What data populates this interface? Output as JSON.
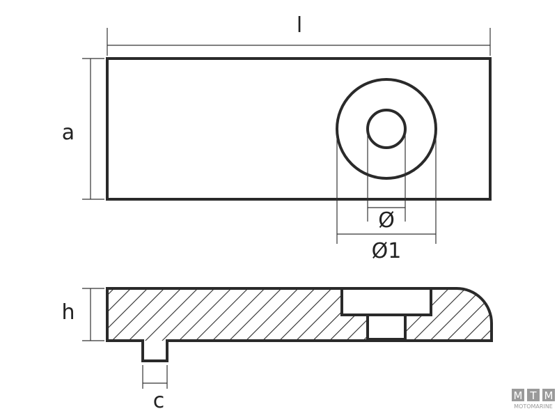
{
  "labels": {
    "length": "l",
    "width": "a",
    "hole_diameter": "Ø",
    "outer_diameter": "Ø1",
    "height": "h",
    "peg_width": "c"
  },
  "logo": {
    "letters": [
      "M",
      "T",
      "M"
    ],
    "text": "MOTOMARINE"
  },
  "colors": {
    "line": "#2a2a2a",
    "logo": "#9a9a9a"
  }
}
